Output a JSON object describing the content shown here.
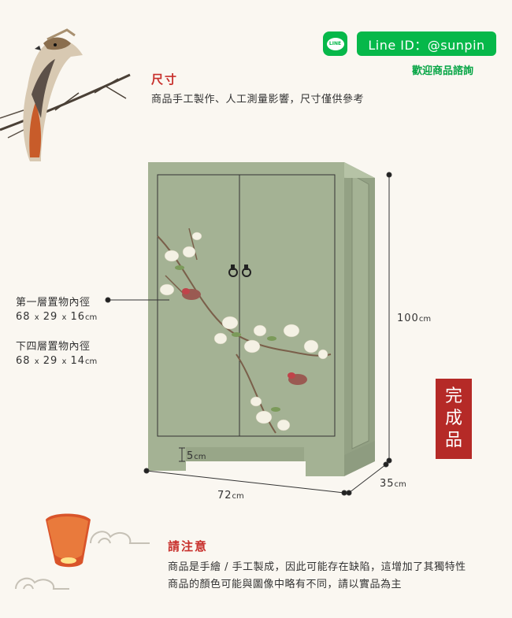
{
  "line": {
    "logo_text": "LINE",
    "id_label": "Line ID：@sunpin",
    "subtitle": "歡迎商品諮詢"
  },
  "size_section": {
    "title": "尺寸",
    "description": "商品手工製作、人工測量影響，尺寸僅供參考"
  },
  "shelves": {
    "first": {
      "label": "第一層置物內徑",
      "dims": [
        "68",
        "29",
        "16"
      ],
      "unit": "cm"
    },
    "lower": {
      "label": "下四層置物內徑",
      "dims": [
        "68",
        "29",
        "14"
      ],
      "unit": "cm"
    }
  },
  "dimensions": {
    "height": "100",
    "width": "72",
    "depth": "35",
    "leg": "5",
    "unit": "cm"
  },
  "stamp": [
    "完",
    "成",
    "品"
  ],
  "notice": {
    "title": "請注意",
    "line1": "商品是手繪 / 手工製成，因此可能存在缺陷，這增加了其獨特性",
    "line2": "商品的顏色可能與圖像中略有不同，請以實品為主"
  },
  "colors": {
    "line_green": "#06b84a",
    "accent_red": "#c8302c",
    "cabinet_green": "#a4b294"
  }
}
